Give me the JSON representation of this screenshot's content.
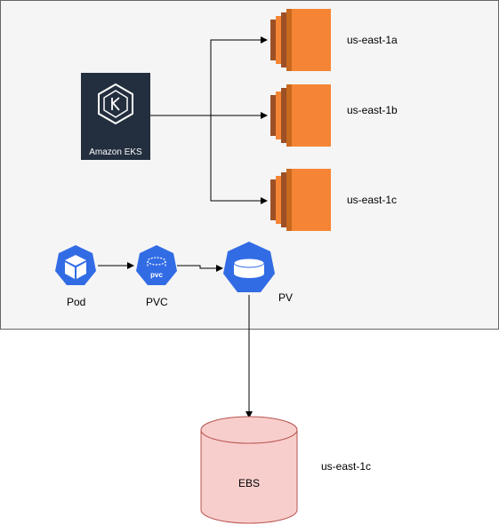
{
  "eks": {
    "label": "Amazon EKS"
  },
  "zones": {
    "a": "us-east-1a",
    "b": "us-east-1b",
    "c": "us-east-1c"
  },
  "k8s": {
    "pod": "Pod",
    "pvc": "PVC",
    "pvc_icon_text": "pvc",
    "pv": "PV"
  },
  "storage": {
    "ebs": "EBS",
    "ebs_zone": "us-east-1c"
  },
  "colors": {
    "container_bg": "#f5f5f5",
    "eks_bg": "#232f3e",
    "ec2_orange": "#f58534",
    "ec2_dark": "#9d5025",
    "k8s_blue": "#326ce5",
    "ebs_fill": "#f8cecc",
    "ebs_stroke": "#b85450"
  }
}
